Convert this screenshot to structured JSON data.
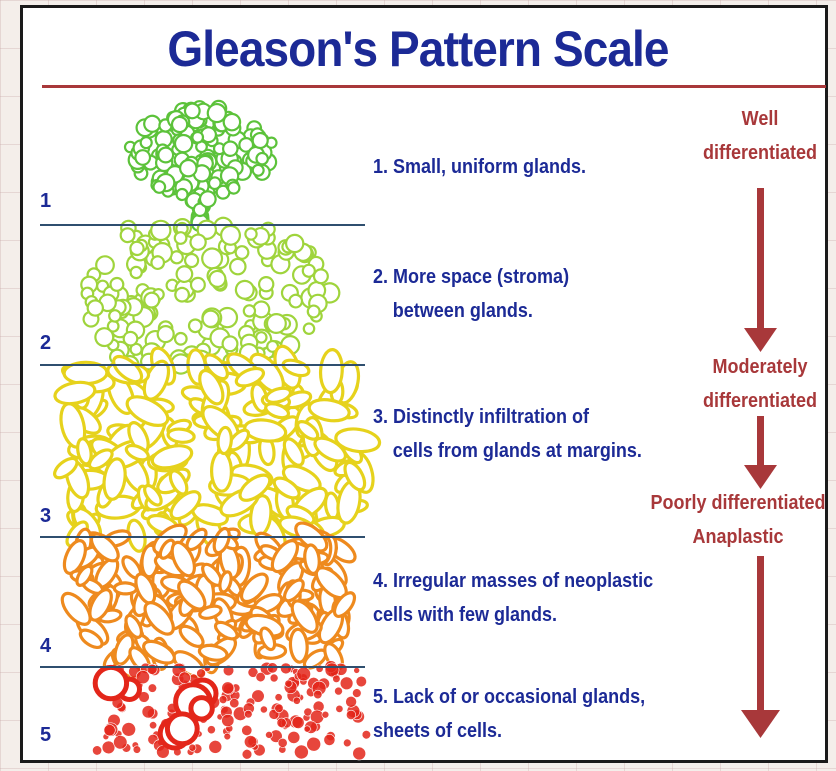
{
  "title": "Gleason's Pattern Scale",
  "levels": [
    {
      "number": "1",
      "line1": "1. Small, uniform glands.",
      "line2": ""
    },
    {
      "number": "2",
      "line1": "2. More space (stroma)",
      "line2": "between glands."
    },
    {
      "number": "3",
      "line1": "3. Distinctly infiltration of",
      "line2": "cells from glands at margins."
    },
    {
      "number": "4",
      "line1": "4. Irregular masses of neoplastic",
      "line2": "cells with few glands."
    },
    {
      "number": "5",
      "line1": "5. Lack of or occasional glands,",
      "line2": "sheets of cells."
    }
  ],
  "grades": {
    "well": [
      "Well",
      "differentiated"
    ],
    "moderate": [
      "Moderately",
      "differentiated"
    ],
    "poor": [
      "Poorly differentiated",
      "Anaplastic"
    ]
  },
  "colors": {
    "title": "#1c2a96",
    "accent": "#a8383a",
    "level_line": "#2f4f6f",
    "grade1": "#5cc23a",
    "grade2": "#9fd43c",
    "grade3": "#e6d21c",
    "grade4": "#ee8a1e",
    "grade5": "#e3261a"
  }
}
